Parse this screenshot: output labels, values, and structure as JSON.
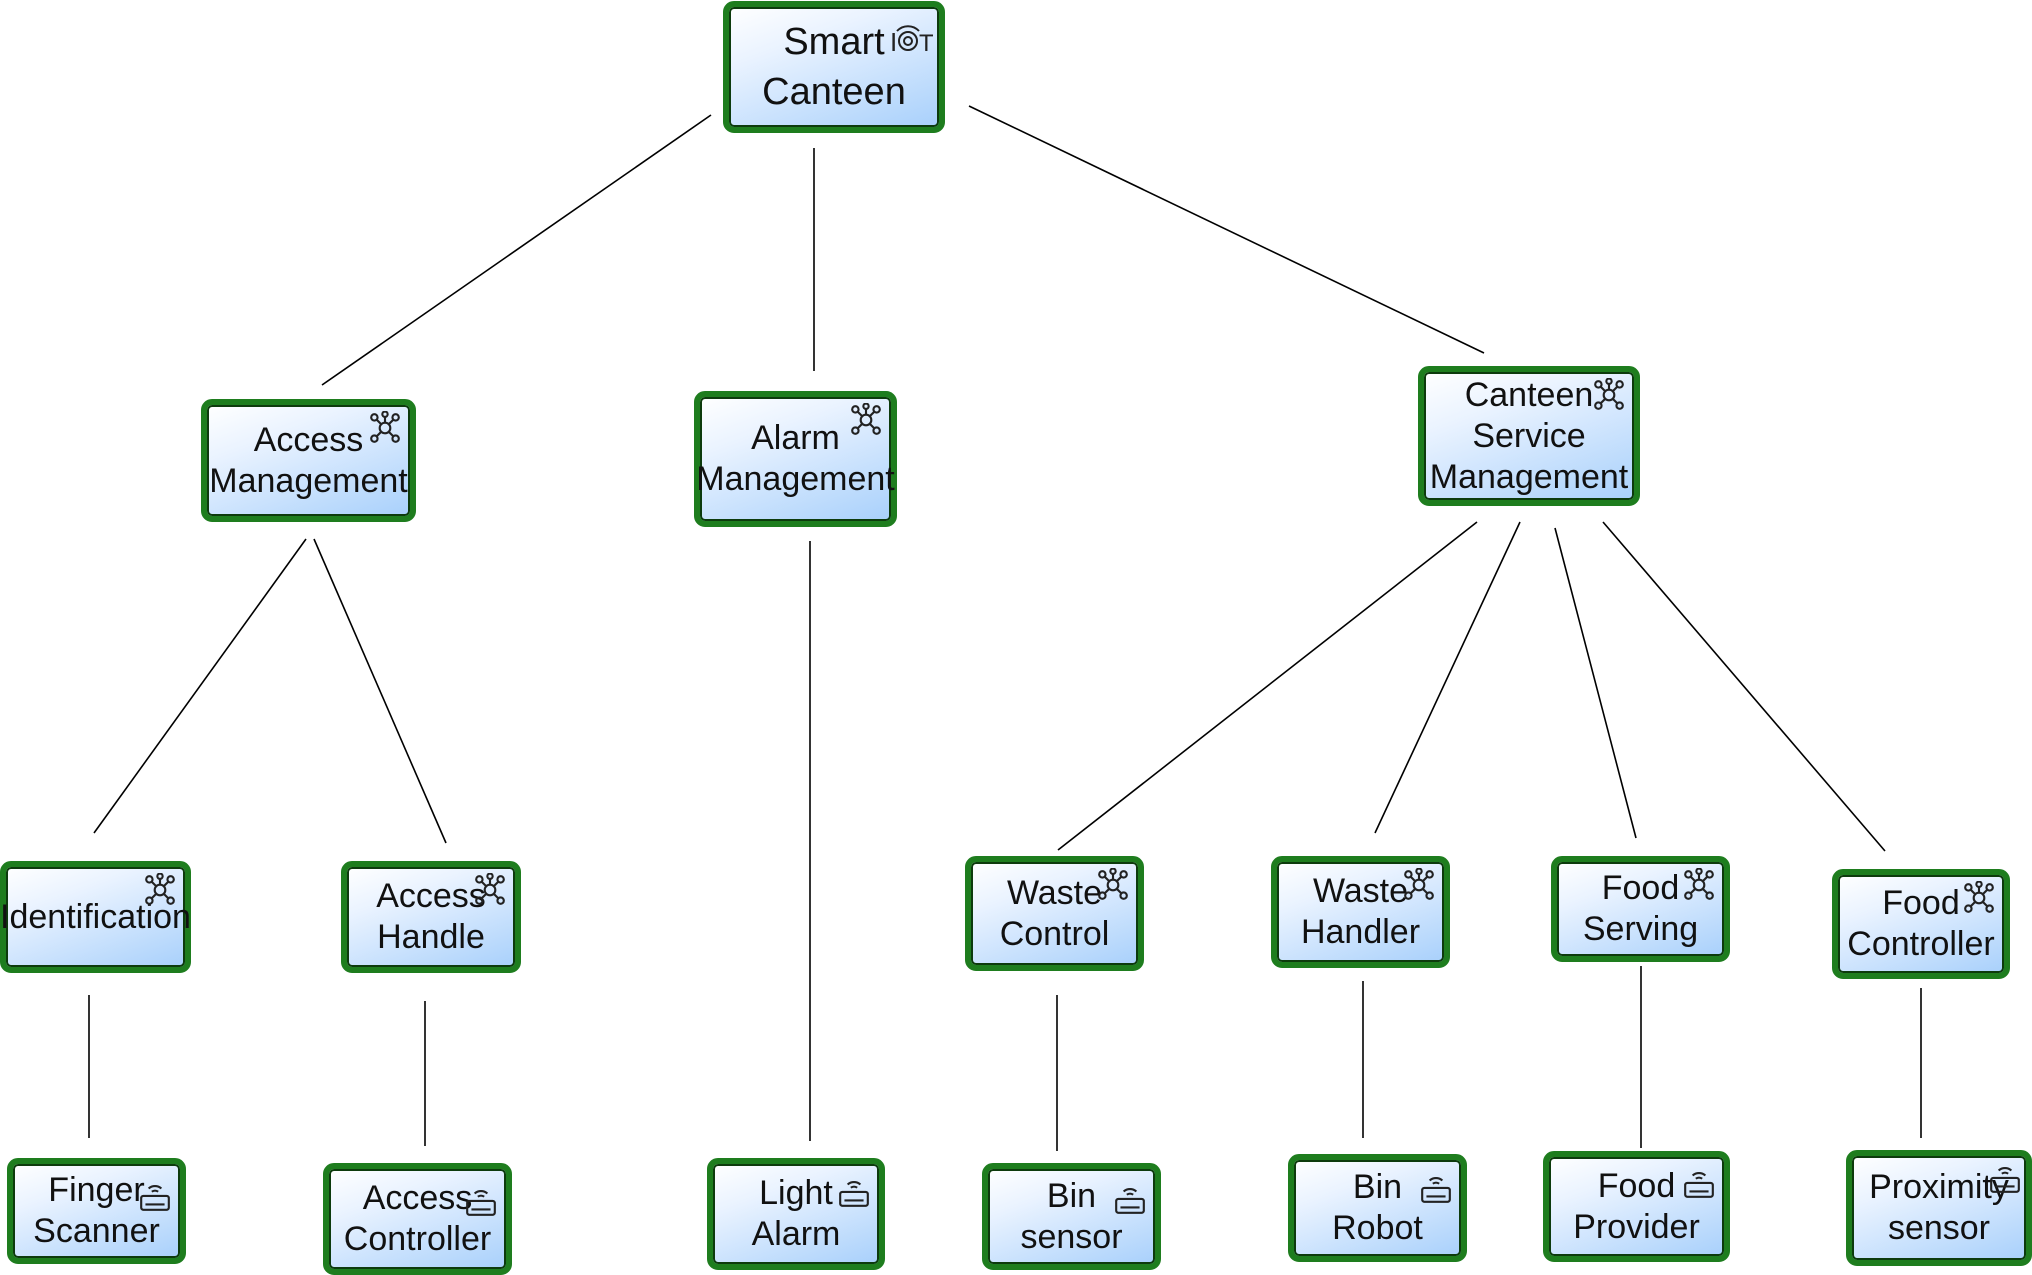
{
  "diagram": {
    "root": {
      "label": "Smart\nCanteen",
      "icon": "iot-icon"
    },
    "level1": [
      {
        "id": "access-management",
        "label": "Access\nManagement",
        "icon": "network-hub-icon"
      },
      {
        "id": "alarm-management",
        "label": "Alarm\nManagement",
        "icon": "network-hub-icon"
      },
      {
        "id": "canteen-service-management",
        "label": "Canteen\nService\nManagement",
        "icon": "network-hub-icon"
      }
    ],
    "level2": [
      {
        "id": "identification",
        "label": "Identification",
        "icon": "network-hub-icon"
      },
      {
        "id": "access-handle",
        "label": "Access\nHandle",
        "icon": "network-hub-icon"
      },
      {
        "id": "waste-control",
        "label": "Waste\nControl",
        "icon": "network-hub-icon"
      },
      {
        "id": "waste-handler",
        "label": "Waste\nHandler",
        "icon": "network-hub-icon"
      },
      {
        "id": "food-serving",
        "label": "Food\nServing",
        "icon": "network-hub-icon"
      },
      {
        "id": "food-controller",
        "label": "Food\nController",
        "icon": "network-hub-icon"
      }
    ],
    "level3": [
      {
        "id": "finger-scanner",
        "label": "Finger\nScanner",
        "icon": "wireless-device-icon"
      },
      {
        "id": "access-controller",
        "label": "Access\nController",
        "icon": "wireless-device-icon"
      },
      {
        "id": "light-alarm",
        "label": "Light\nAlarm",
        "icon": "wireless-device-icon"
      },
      {
        "id": "bin-sensor",
        "label": "Bin\nsensor",
        "icon": "wireless-device-icon"
      },
      {
        "id": "bin-robot",
        "label": "Bin\nRobot",
        "icon": "wireless-device-icon"
      },
      {
        "id": "food-provider",
        "label": "Food\nProvider",
        "icon": "wireless-device-icon"
      },
      {
        "id": "proximity-sensor",
        "label": "Proximity\nsensor",
        "icon": "wireless-device-icon"
      }
    ],
    "colors": {
      "node_border": "#1e7d1e",
      "node_fill_light": "#ffffff",
      "node_fill_dark": "#a8d0fb",
      "connector": "#000000"
    }
  }
}
